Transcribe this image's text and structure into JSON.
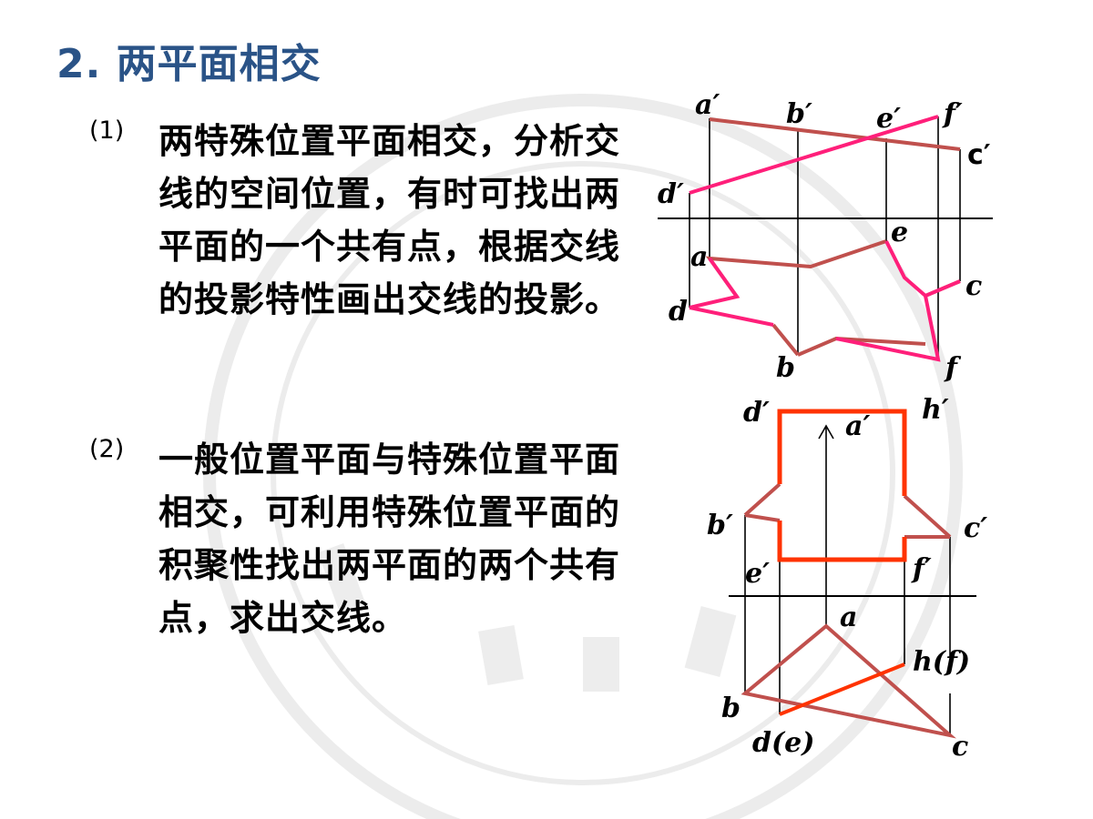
{
  "title": "2. 两平面相交",
  "items": [
    {
      "num": "(1)",
      "text": "两特殊位置平面相交，分析交线的空间位置，有时可找出两平面的一个共有点，根据交线的投影特性画出交线的投影。"
    },
    {
      "num": "(2)",
      "text": "一般位置平面与特殊位置平面相交，可利用特殊位置平面的积聚性找出两平面的两个共有点，求出交线。"
    }
  ],
  "diagram1_labels": {
    "a_prime": "a′",
    "b_prime": "b′",
    "e_prime": "e′",
    "f_prime": "f′",
    "c_prime": "c′",
    "d_prime": "d′",
    "a": "a",
    "b": "b",
    "c": "c",
    "d": "d",
    "e": "e",
    "f": "f"
  },
  "diagram2_labels": {
    "d_prime": "d′",
    "h_prime": "h′",
    "a_prime": "a′",
    "b_prime": "b′",
    "c_prime": "c′",
    "e_prime": "e′",
    "f_prime": "f′",
    "a": "a",
    "b": "b",
    "c": "c",
    "hf": "h(f)",
    "de": "d(e)"
  },
  "colors": {
    "title": "#2a5387",
    "triangle": "#c0504d",
    "plane_pink": "#ff1f7a",
    "plane_orange": "#ff3300",
    "watermark": "#eeeeee"
  }
}
